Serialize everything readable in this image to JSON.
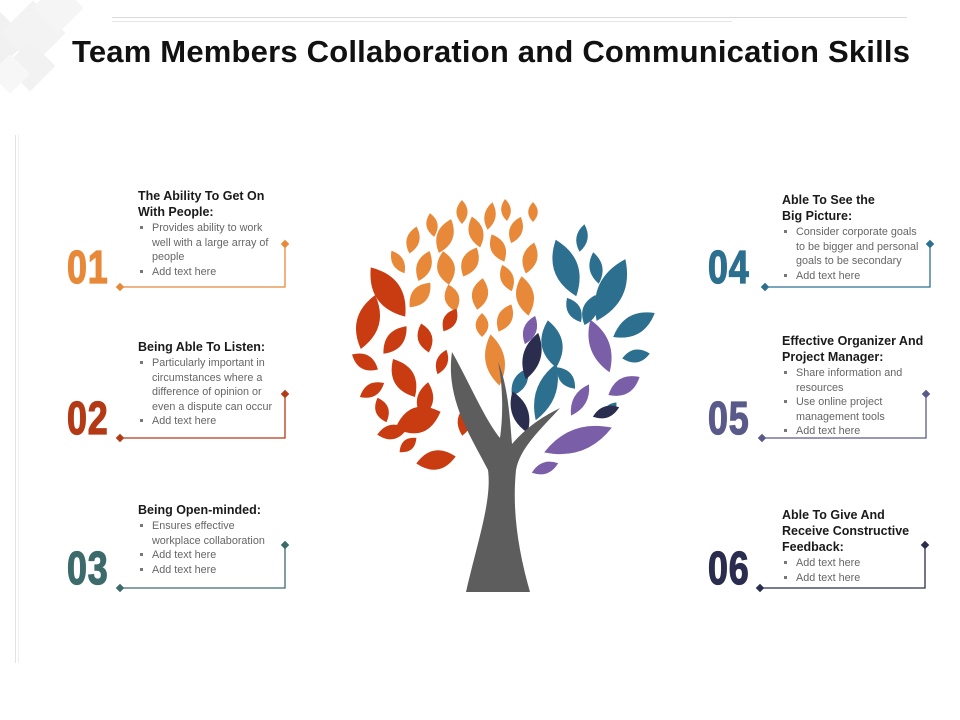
{
  "title": "Team Members Collaboration and Communication Skills",
  "colors": {
    "orange": "#E8893A",
    "red": "#C93C12",
    "darkred": "#8C2A0A",
    "teal": "#2C6F8E",
    "purple": "#7A5EA8",
    "navy": "#2B2D4E",
    "green": "#3D6B6B",
    "trunk": "#5D5D5D"
  },
  "items": [
    {
      "number": "01",
      "heading_lines": [
        "The Ability To Get On",
        "With People:"
      ],
      "bullets": [
        "Provides ability to work well with a large array of people",
        "Add text here"
      ],
      "color": "#E8893A"
    },
    {
      "number": "02",
      "heading_lines": [
        "Being Able To Listen:"
      ],
      "bullets": [
        "Particularly important in circumstances where a difference of opinion or even a dispute can occur",
        "Add text here"
      ],
      "color": "#B33A14"
    },
    {
      "number": "03",
      "heading_lines": [
        "Being Open-minded:"
      ],
      "bullets": [
        "Ensures effective workplace collaboration",
        "Add text here",
        "Add text here"
      ],
      "color": "#3D6B6B"
    },
    {
      "number": "04",
      "heading_lines": [
        "Able To See the",
        "Big Picture:"
      ],
      "bullets": [
        "Consider corporate goals to be bigger and personal goals to be secondary",
        "Add text here"
      ],
      "color": "#2C6F8E"
    },
    {
      "number": "05",
      "heading_lines": [
        "Effective Organizer And",
        "Project Manager:"
      ],
      "bullets": [
        "Share information and resources",
        "Use online project management tools",
        "Add text here"
      ],
      "color": "#5A5A8A"
    },
    {
      "number": "06",
      "heading_lines": [
        "Able To Give And",
        "Receive Constructive",
        "Feedback:"
      ],
      "bullets": [
        "Add text here",
        "Add text here"
      ],
      "color": "#2B2D4E"
    }
  ]
}
